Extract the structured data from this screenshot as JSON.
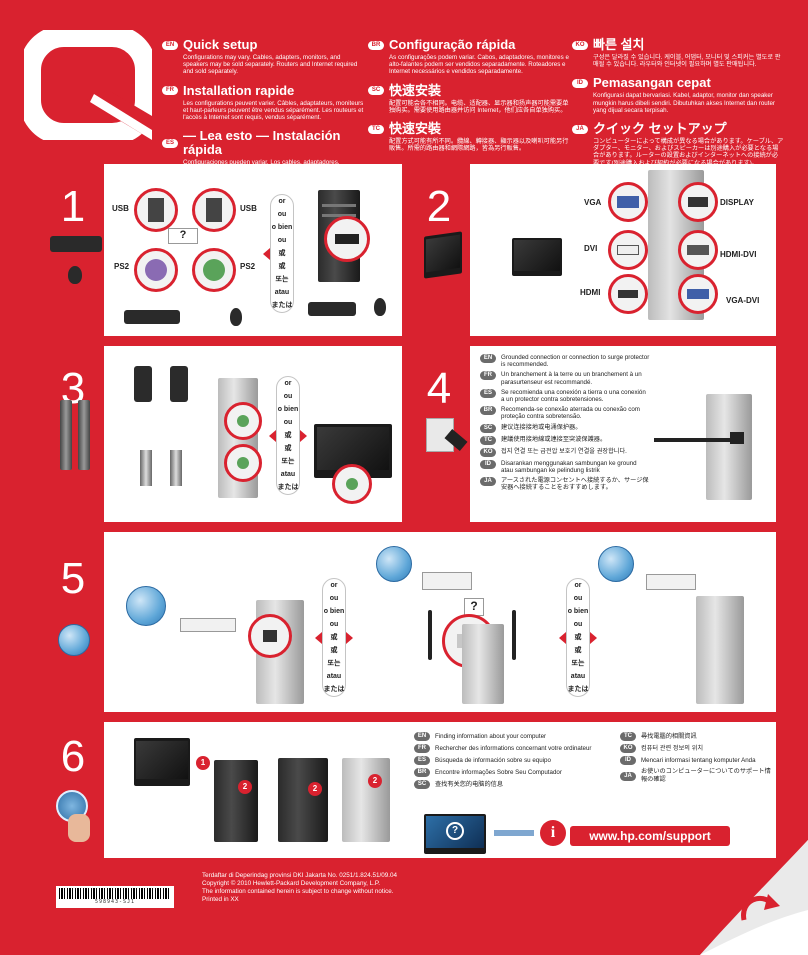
{
  "languages": {
    "col1": [
      {
        "code": "EN",
        "title": "Quick setup",
        "body": "Configurations may vary. Cables, adapters, monitors, and speakers may be sold separately. Routers and Internet required and sold separately."
      },
      {
        "code": "FR",
        "title": "Installation rapide",
        "body": "Les configurations peuvent varier. Câbles, adaptateurs, moniteurs et haut-parleurs peuvent être vendus séparément. Les routeurs et l'accès à Internet sont requis, vendus séparément."
      },
      {
        "code": "ES",
        "title": "— Lea esto — Instalación rápida",
        "body": "Configuraciones pueden variar. Los cables, adaptadores, monitores y altavoces pueden venderse por separado. Es necesario contar con enrutadores y acceso a Internet, que se adquieren por separado."
      }
    ],
    "col2": [
      {
        "code": "BR",
        "title": "Configuração rápida",
        "body": "As configurações podem variar. Cabos, adaptadores, monitores e alto-falantes podem ser vendidos separadamente. Roteadores e Internet necessários e vendidos separadamente."
      },
      {
        "code": "SC",
        "title": "快速安装",
        "body": "配置可能会各不相同。电缆、适配器、显示器和扬声器可能需要单独购买。需要使用路由器并访问 Internet，他们应各自单独购买。"
      },
      {
        "code": "TC",
        "title": "快速安裝",
        "body": "配置方式可能有所不同。纜線、轉接器、顯示器以及喇叭可能另行販售。所需的路由器和網際網路，皆為另行販售。"
      }
    ],
    "col3": [
      {
        "code": "KO",
        "title": "빠른 설치",
        "body": "구성은 달라질 수 있습니다. 케이블, 어댑터, 모니터 및 스피커는 별도로 판매될 수 있습니다. 라우터와 인터넷이 필요하며 별도 판매됩니다."
      },
      {
        "code": "ID",
        "title": "Pemasangan cepat",
        "body": "Konfigurasi dapat bervariasi. Kabel, adaptor, monitor dan speaker mungkin harus dibeli sendiri. Dibutuhkan akses Internet dan router yang dijual secara terpisah."
      },
      {
        "code": "JA",
        "title": "クイック セットアップ",
        "body": "コンピューターによって構成が異なる場合があります。ケーブル、アダプター、モニター、およびスピーカーは別途購入が必要となる場合があります。ルーターの設置およびインターネットへの接続が必要です(別途購入および契約が必要になる場合があります)。"
      }
    ]
  },
  "steps": [
    {
      "num": "1"
    },
    {
      "num": "2"
    },
    {
      "num": "3"
    },
    {
      "num": "4"
    },
    {
      "num": "5"
    },
    {
      "num": "6"
    }
  ],
  "or_words": [
    "or",
    "ou",
    "o bien",
    "ou",
    "或",
    "或",
    "또는",
    "atau",
    "または"
  ],
  "step1": {
    "usb_left": "USB",
    "usb_right": "USB",
    "ps2_left": "PS2",
    "ps2_right": "PS2",
    "question": "?"
  },
  "step2": {
    "vga": "VGA",
    "display": "DISPLAY",
    "dvi": "DVI",
    "hdmi_dvi": "HDMI-DVI",
    "hdmi": "HDMI",
    "vga_dvi": "VGA-DVI"
  },
  "step4_notes": [
    {
      "code": "EN",
      "text": "Grounded connection or connection to surge protector is recommended."
    },
    {
      "code": "FR",
      "text": "Un branchement à la terre ou un branchement à un parasurtenseur est recommandé."
    },
    {
      "code": "ES",
      "text": "Se recomienda una conexión a tierra o una conexión a un protector contra sobretensiones."
    },
    {
      "code": "BR",
      "text": "Recomenda-se conexão aterrada ou conexão com proteção contra sobretensão."
    },
    {
      "code": "SC",
      "text": "建议连接接地或电涌保护器。"
    },
    {
      "code": "TC",
      "text": "建議使用接地線或連接至突波保護器。"
    },
    {
      "code": "KO",
      "text": "접지 연결 또는 급전압 보호기 연결을 권장합니다."
    },
    {
      "code": "ID",
      "text": "Disarankan menggunakan sambungan ke ground atau sambungan ke pelindung listrik"
    },
    {
      "code": "JA",
      "text": "アースされた電源コンセントへ接続するか、サージ保安器へ接続することをおすすめします。"
    }
  ],
  "step5": {
    "question": "?"
  },
  "step6": {
    "callout1": "1",
    "callout2": "2",
    "question": "?",
    "info_left": [
      {
        "code": "EN",
        "text": "Finding information about your computer"
      },
      {
        "code": "FR",
        "text": "Rechercher des informations concernant votre ordinateur"
      },
      {
        "code": "ES",
        "text": "Búsqueda de información sobre su equipo"
      },
      {
        "code": "BR",
        "text": "Encontre informações Sobre Seu Computador"
      },
      {
        "code": "SC",
        "text": "查找有关您的电脑的信息"
      }
    ],
    "info_right": [
      {
        "code": "TC",
        "text": "尋找電腦的相關資訊"
      },
      {
        "code": "KO",
        "text": "컴퓨터 관련 정보의 위치"
      },
      {
        "code": "ID",
        "text": "Mencari informasi tentang komputer Anda"
      },
      {
        "code": "JA",
        "text": "お使いのコンピューターについてのサポート情報の確認"
      }
    ],
    "url": "www.hp.com/support"
  },
  "footer": {
    "line1": "Terdaftar di Deperindag provinsi DKI Jakarta No. 0251/1.824.51/09.04",
    "line2": "Copyright © 2010 Hewlett-Packard Development Company, L.P.",
    "line3": "The information contained herein is subject to change without notice.",
    "line4": "Printed in XX"
  },
  "barcode_text": "598943-SJ1",
  "colors": {
    "brand_red": "#d9222f",
    "panel": "#ffffff"
  }
}
